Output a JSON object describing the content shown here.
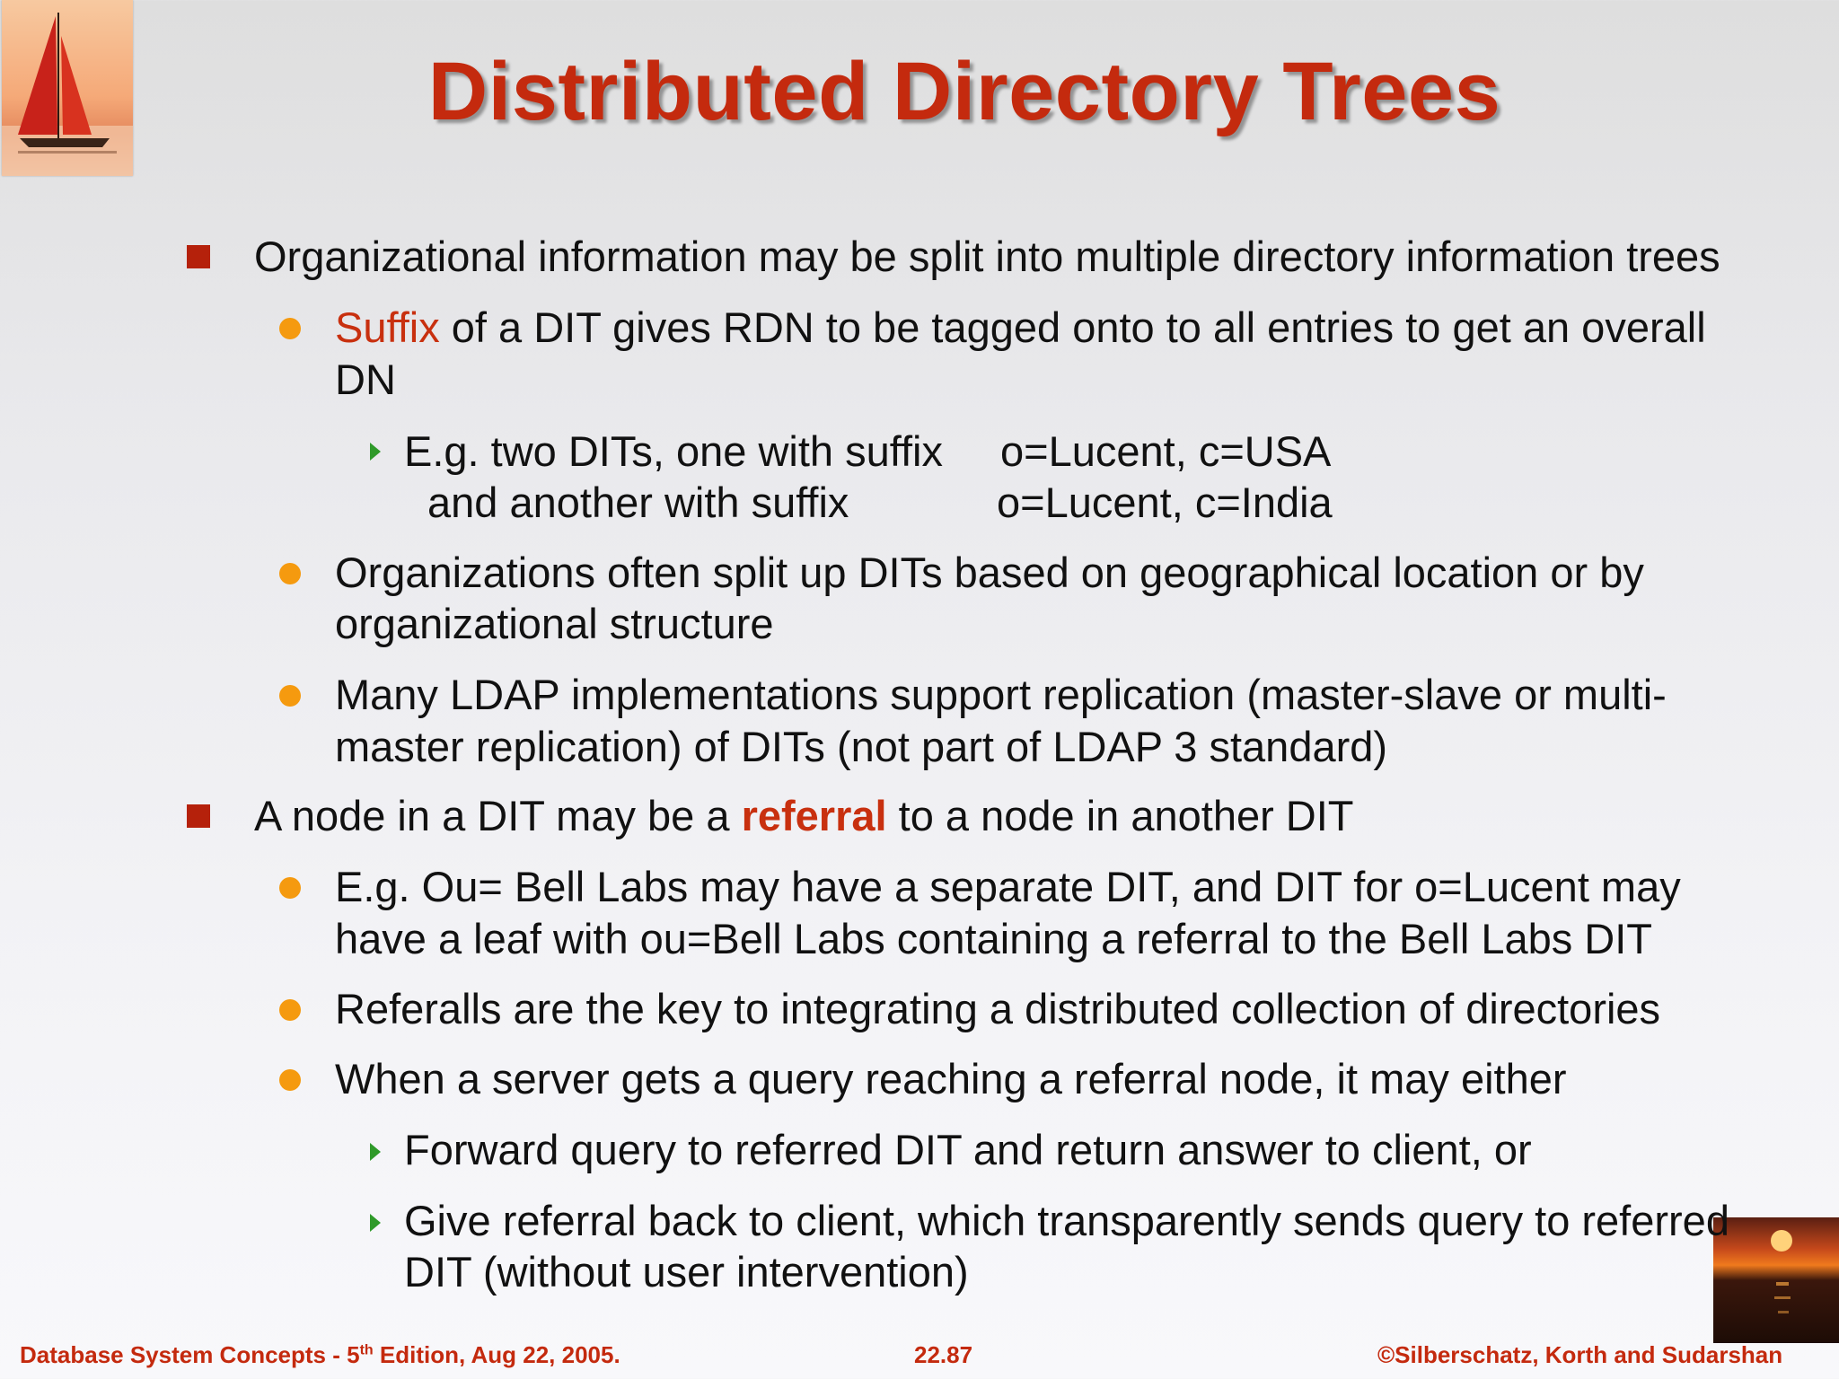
{
  "title": "Distributed Directory Trees",
  "bullets": {
    "b1": "Organizational information may be split into multiple directory information trees",
    "b1_1_hl": "Suffix",
    "b1_1_rest": " of a DIT gives RDN to be tagged onto to all entries to get an overall",
    "b1_1_line2": "DN",
    "b1_1_1_a": "E.g. two DITs, one with suffix",
    "b1_1_1_a_val": "o=Lucent, c=USA",
    "b1_1_1_b": "and another with suffix",
    "b1_1_1_b_val": "o=Lucent, c=India",
    "b1_2_line1": "Organizations often split up DITs based on geographical location or by",
    "b1_2_line2": "organizational structure",
    "b1_3_line1": "Many LDAP implementations support replication (master-slave or multi-",
    "b1_3_line2": "master replication) of DITs (not part of LDAP 3 standard)",
    "b2_pre": "A node in a DIT may be a ",
    "b2_hl": "referral",
    "b2_post": " to a node in another DIT",
    "b2_1_line1": "E.g.  Ou= Bell Labs may have a separate DIT, and DIT for o=Lucent may",
    "b2_1_line2": "have a leaf with ou=Bell Labs containing a referral to the Bell Labs DIT",
    "b2_2": "Referalls are the key to integrating a distributed collection of directories",
    "b2_3": "When a server gets a query reaching a referral node, it may either",
    "b2_3_1": "Forward query to referred DIT and return answer to client, or",
    "b2_3_2_line1": "Give referral back to client, which transparently sends query to referred",
    "b2_3_2_line2": "DIT (without user intervention)"
  },
  "footer": {
    "left_pre": "Database System Concepts - 5",
    "left_sup": "th",
    "left_post": " Edition, Aug 22,  2005.",
    "center": "22.87",
    "right": "©Silberschatz, Korth and Sudarshan"
  },
  "colors": {
    "title": "#c42a0e",
    "highlight": "#c8300f",
    "square_bullet": "#b5210b",
    "dot_bullet": "#f59a0f",
    "triangle_bullet": "#2f9a2a"
  }
}
